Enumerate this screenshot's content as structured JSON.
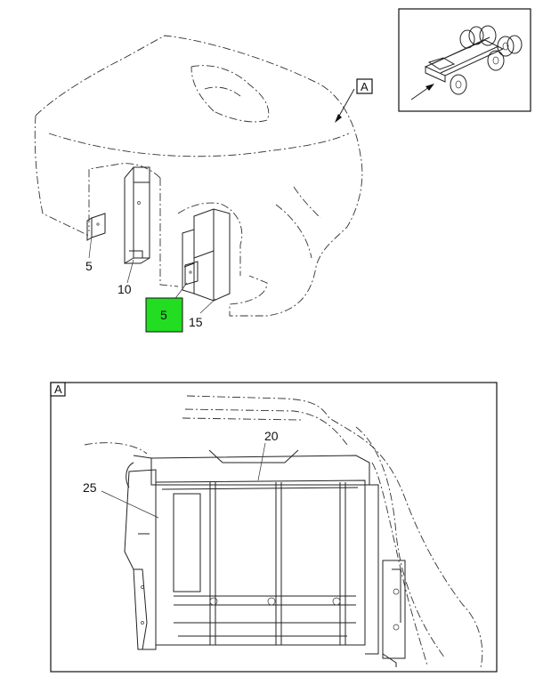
{
  "callouts": {
    "top_5_left": "5",
    "top_10": "10",
    "top_5_highlight": "5",
    "top_15": "15",
    "view_ref": "A",
    "detail_20": "20",
    "detail_25": "25",
    "detail_frame": "A"
  },
  "highlight_color": "#22dd22",
  "icons": {
    "vehicle_locator": "truck-chassis-locator-icon",
    "locator_arrow": "arrow-icon"
  }
}
